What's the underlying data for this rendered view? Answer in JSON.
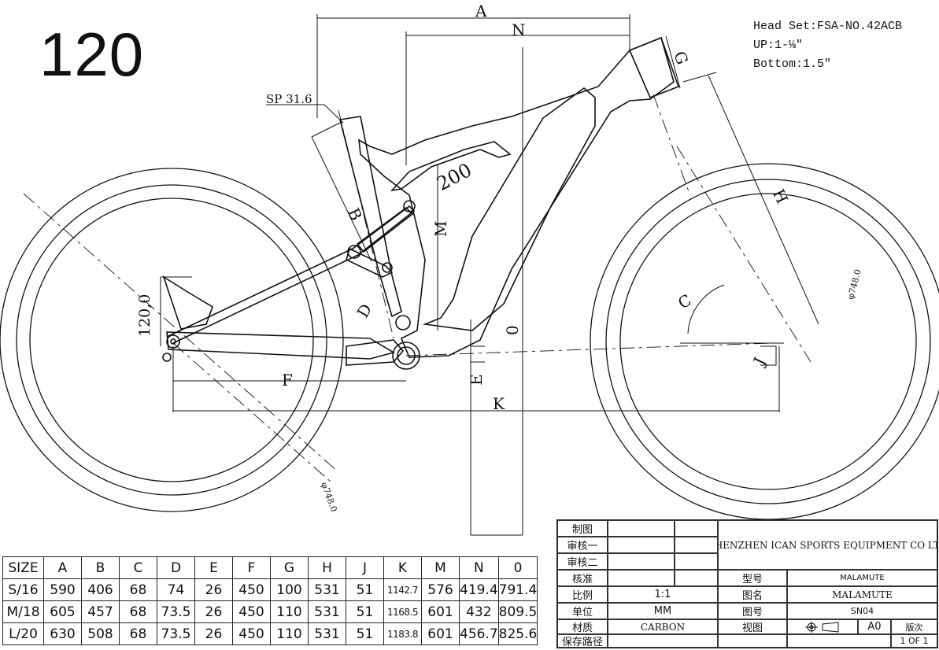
{
  "model_size_label": "120",
  "specs": {
    "head_set": "Head Set:FSA-NO.42ACB",
    "up": "UP:1-⅛″",
    "bottom": "Bottom:1.5″"
  },
  "diagram_labels": {
    "A": "A",
    "N": "N",
    "G": "G",
    "H": "H",
    "B": "B",
    "M": "M",
    "C": "C",
    "D": "D",
    "E": "E",
    "F": "F",
    "K": "K",
    "J": "J",
    "O": "0",
    "seatpost": "SP 31.6",
    "shock_length": "200",
    "travel": "120,0",
    "front_wheel": "φ748.0",
    "rear_wheel": "φ748.0"
  },
  "geometry_table": {
    "headers": [
      "SIZE",
      "A",
      "B",
      "C",
      "D",
      "E",
      "F",
      "G",
      "H",
      "J",
      "K",
      "M",
      "N",
      "0"
    ],
    "rows": [
      [
        "S/16",
        "590",
        "406",
        "68",
        "74",
        "26",
        "450",
        "100",
        "531",
        "51",
        "1142.7",
        "576",
        "419.4",
        "791.4"
      ],
      [
        "M/18",
        "605",
        "457",
        "68",
        "73.5",
        "26",
        "450",
        "110",
        "531",
        "51",
        "1168.5",
        "601",
        "432",
        "809.5"
      ],
      [
        "L/20",
        "630",
        "508",
        "68",
        "73.5",
        "26",
        "450",
        "110",
        "531",
        "51",
        "1183.8",
        "601",
        "456.7",
        "825.6"
      ]
    ]
  },
  "title_block": {
    "zhi_tu": "制图",
    "shen_he_1": "审核一",
    "shen_he_2": "审核二",
    "he_zhun": "核准",
    "bi_li": "比例",
    "scale": "1:1",
    "dan_wei": "单位",
    "unit": "MM",
    "cai_zhi": "材质",
    "material": "CARBON",
    "bao_cun": "保存路径",
    "company": "SHENZHEN ICAN SPORTS EQUIPMENT CO LTD",
    "xing_hao": "型号",
    "model": "MALAMUTE",
    "tu_ming": "图名",
    "drawing_name": "MALAMUTE",
    "tu_hao": "图号",
    "drawing_no": "SN04",
    "shi_tu": "视图",
    "paper": "A0",
    "ban_ci": "版次",
    "sheet": "1 OF 1"
  }
}
